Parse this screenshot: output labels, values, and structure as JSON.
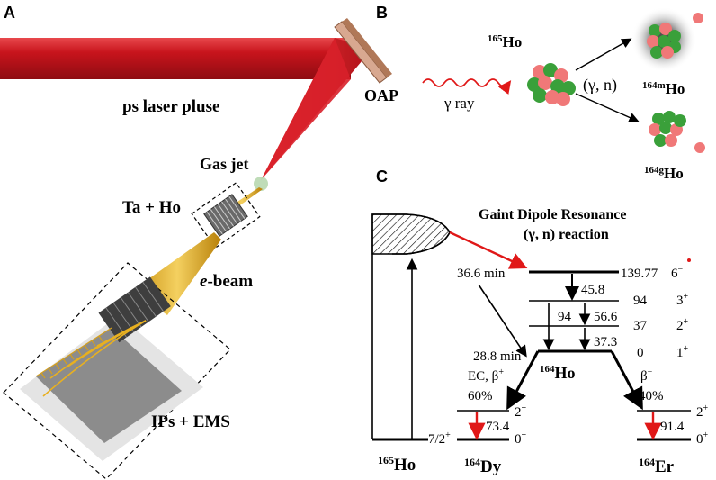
{
  "panels": {
    "a": "A",
    "b": "B",
    "c": "C"
  },
  "panel_a": {
    "laser_label": "ps laser pluse",
    "oap_label": "OAP",
    "gas_jet_label": "Gas jet",
    "target_label": "Ta + Ho",
    "ebeam_label_italic": "e",
    "ebeam_label_rest": "-beam",
    "detector_label": "IPs + EMS"
  },
  "panel_b": {
    "parent_mass": "165",
    "parent_symbol": "Ho",
    "gamma_label": "γ ray",
    "reaction_label": "(γ, n)",
    "isomer_mass": "164m",
    "isomer_symbol": "Ho",
    "ground_mass": "164g",
    "ground_symbol": "Ho"
  },
  "panel_c": {
    "title_line1": "Gaint Dipole Resonance",
    "title_line2": "(γ, n) reaction",
    "halflife_isomer": "36.6 min",
    "halflife_ground": "28.8 min",
    "levels": [
      {
        "energy": "139.77",
        "spin": "6",
        "parity": "−"
      },
      {
        "energy": "94",
        "spin": "3",
        "parity": "+"
      },
      {
        "energy": "37",
        "spin": "2",
        "parity": "+"
      },
      {
        "energy": "0",
        "spin": "1",
        "parity": "+"
      }
    ],
    "transitions": [
      "45.8",
      "94",
      "56.6",
      "37.3"
    ],
    "center_mass": "164",
    "center_symbol": "Ho",
    "ec_label": "EC, β",
    "ec_sup": "+",
    "ec_pct": "60%",
    "beta_label": "β",
    "beta_sup": "−",
    "beta_pct": "40%",
    "dy_gamma": "73.4",
    "er_gamma": "91.4",
    "dy_spin_upper": "2",
    "dy_spin_upper_sup": "+",
    "dy_spin_lower": "0",
    "dy_spin_lower_sup": "+",
    "er_spin_upper": "2",
    "er_spin_upper_sup": "+",
    "er_spin_lower": "0",
    "er_spin_lower_sup": "+",
    "ho165_spin": "7/2",
    "ho165_spin_sup": "+",
    "ho165_mass": "165",
    "ho165_symbol": "Ho",
    "dy_mass": "164",
    "dy_symbol": "Dy",
    "er_mass": "164",
    "er_symbol": "Er"
  },
  "colors": {
    "laser_red": "#c8141c",
    "beam_gold": "#e0b020",
    "nucleon_green": "#3aa03a",
    "nucleon_pink": "#f07878",
    "arrow_red": "#e01818"
  }
}
